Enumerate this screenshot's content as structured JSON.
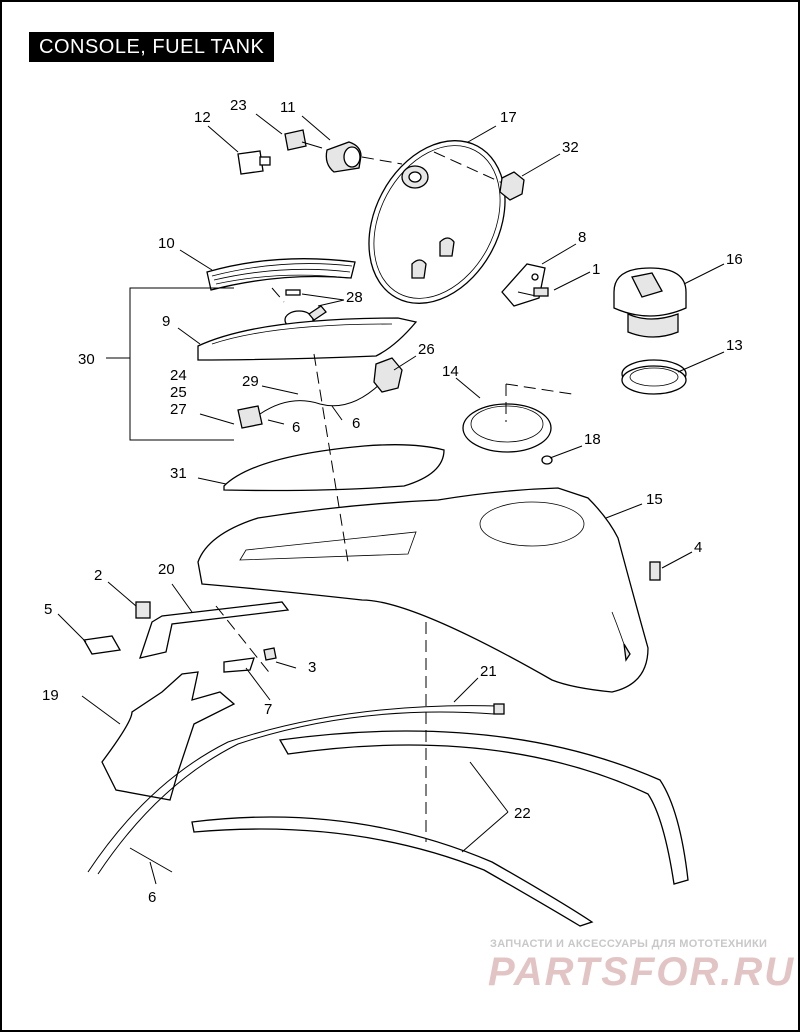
{
  "title": "CONSOLE, FUEL TANK",
  "callouts": {
    "c1": "1",
    "c2": "2",
    "c3": "3",
    "c4": "4",
    "c5": "5",
    "c6a": "6",
    "c6b": "6",
    "c6c": "6",
    "c7": "7",
    "c8": "8",
    "c9": "9",
    "c10": "10",
    "c11": "11",
    "c12": "12",
    "c13": "13",
    "c14": "14",
    "c15": "15",
    "c16": "16",
    "c17": "17",
    "c18": "18",
    "c19": "19",
    "c20": "20",
    "c21": "21",
    "c22": "22",
    "c23": "23",
    "c24": "24",
    "c25": "25",
    "c26": "26",
    "c27": "27",
    "c28": "28",
    "c29": "29",
    "c30": "30",
    "c31": "31",
    "c32": "32"
  },
  "watermark": {
    "tagline": "ЗАПЧАСТИ И АКСЕССУАРЫ ДЛЯ МОТОТЕХНИКИ",
    "logo": "PARTSFOR.RU"
  },
  "colors": {
    "line": "#000000",
    "background": "#ffffff",
    "title_bg": "#000000",
    "title_text": "#ffffff",
    "watermark": "#e2c4c4"
  }
}
